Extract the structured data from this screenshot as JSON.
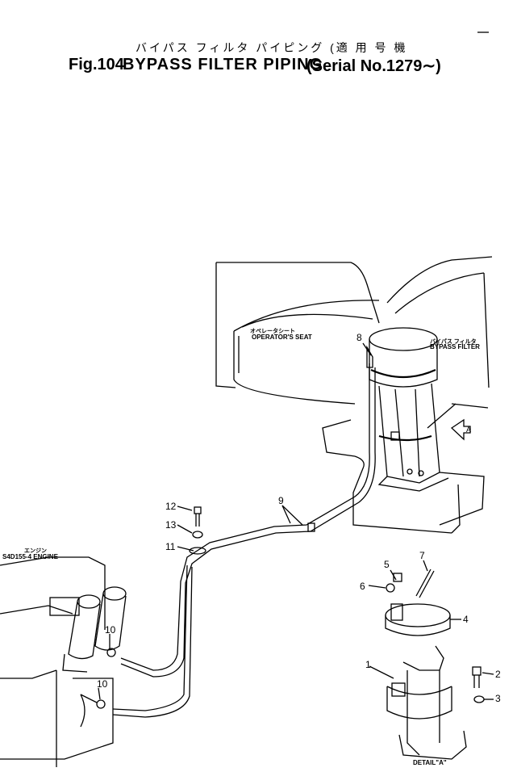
{
  "header": {
    "jp_title": "バイパス フィルタ パイピング (適 用 号 機",
    "fig_label": "Fig.104",
    "title": "BYPASS FILTER PIPING",
    "serial": "(Serial No.1279∼)"
  },
  "labels": {
    "operator_seat_jp": "オペレータシート",
    "operator_seat": "OPERATOR'S SEAT",
    "bypass_filter_jp": "バイパス フィルタ",
    "bypass_filter": "BYPASS FILTER",
    "engine_jp": "エンジン",
    "engine": "S4D155-4 ENGINE",
    "detail": "DETAIL\"A\"",
    "arrow_a": "A"
  },
  "callouts": [
    "1",
    "2",
    "3",
    "4",
    "5",
    "6",
    "7",
    "8",
    "9",
    "10",
    "10",
    "11",
    "12",
    "13"
  ]
}
